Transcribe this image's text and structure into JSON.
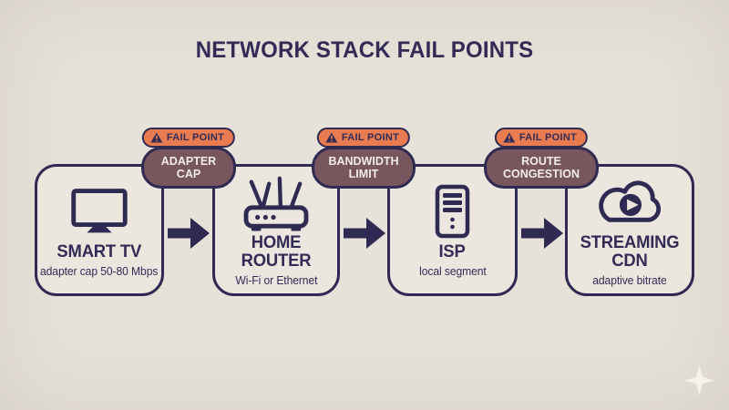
{
  "title": "NETWORK STACK FAIL POINTS",
  "colors": {
    "background": "#e7e2d9",
    "ink": "#2f2a52",
    "node_fill": "#ebe6de",
    "fail_tag_fill": "#e87c50",
    "fail_pill_fill": "#77565e",
    "pill_text": "#f2ede8"
  },
  "nodes": [
    {
      "id": "smart-tv",
      "title": "SMART TV",
      "subtitle": "adapter cap 50-80 Mbps",
      "icon": "tv-icon"
    },
    {
      "id": "home-router",
      "title": "HOME ROUTER",
      "subtitle": "Wi-Fi or Ethernet",
      "icon": "router-icon"
    },
    {
      "id": "isp",
      "title": "ISP",
      "subtitle": "local segment",
      "icon": "server-tower-icon"
    },
    {
      "id": "streaming-cdn",
      "title": "STREAMING CDN",
      "subtitle": "adaptive bitrate",
      "icon": "cloud-play-icon"
    }
  ],
  "fail_points": [
    {
      "tag": "FAIL POINT",
      "label": "ADAPTER CAP",
      "icon": "warning-triangle-icon"
    },
    {
      "tag": "FAIL POINT",
      "label": "BANDWIDTH LIMIT",
      "icon": "warning-triangle-icon"
    },
    {
      "tag": "FAIL POINT",
      "label": "ROUTE CONGESTION",
      "icon": "warning-triangle-icon"
    }
  ],
  "decoration": {
    "icon": "sparkle-icon"
  }
}
